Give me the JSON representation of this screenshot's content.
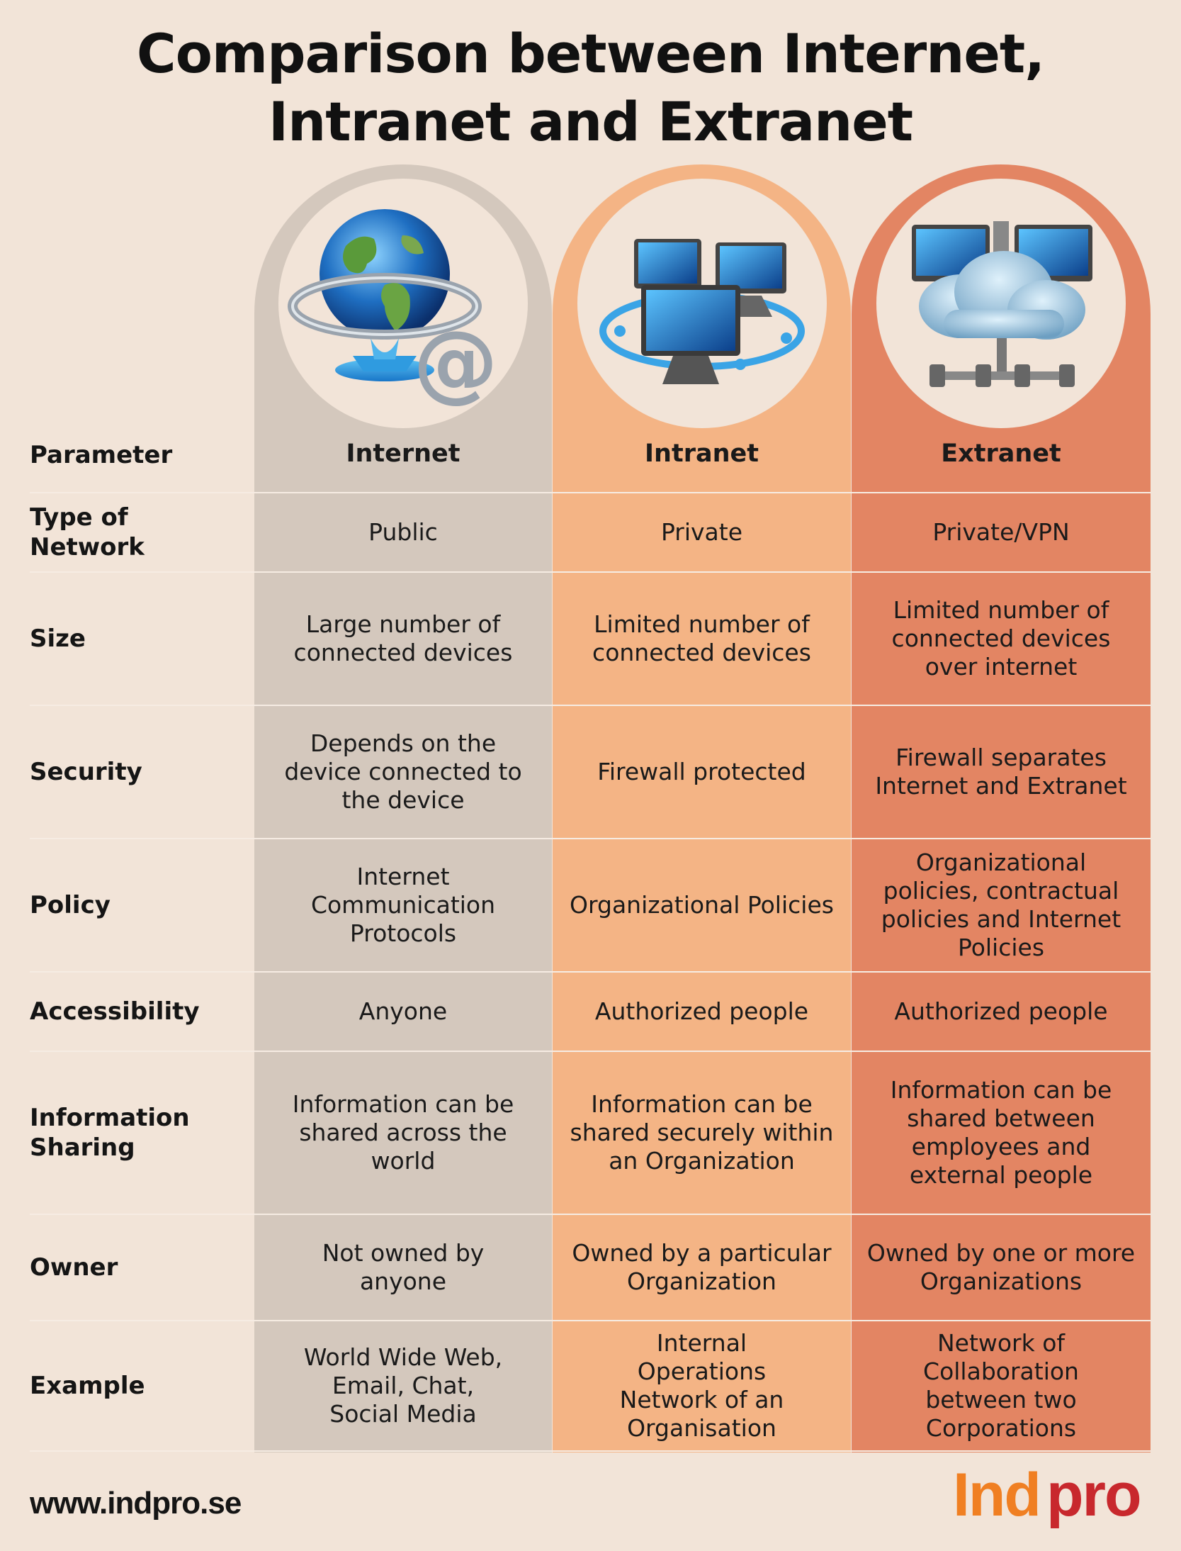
{
  "title_line1": "Comparison between Internet,",
  "title_line2": "Intranet and Extranet",
  "header": {
    "parameter": "Parameter",
    "internet": "Internet",
    "intranet": "Intranet",
    "extranet": "Extranet"
  },
  "rows": [
    {
      "label": "Type of Network",
      "internet": "Public",
      "intranet": "Private",
      "extranet": "Private/VPN"
    },
    {
      "label": "Size",
      "internet": "Large number of connected devices",
      "intranet": "Limited number of connected devices",
      "extranet": "Limited number of connected devices over internet"
    },
    {
      "label": "Security",
      "internet": "Depends on the device connected to the device",
      "intranet": "Firewall protected",
      "extranet": "Firewall separates Internet and Extranet"
    },
    {
      "label": "Policy",
      "internet": "Internet Communication Protocols",
      "intranet": "Organizational Policies",
      "extranet": "Organizational policies, contractual policies and Internet Policies"
    },
    {
      "label": "Accessibility",
      "internet": "Anyone",
      "intranet": "Authorized people",
      "extranet": "Authorized people"
    },
    {
      "label": "Information Sharing",
      "internet": "Information can be shared across the world",
      "intranet": "Information can be shared securely within an Organization",
      "extranet": "Information can be shared between employees and external people"
    },
    {
      "label": "Owner",
      "internet": "Not owned by anyone",
      "intranet": "Owned by a particular Organization",
      "extranet": "Owned by one or more Organizations"
    },
    {
      "label": "Example",
      "internet": "World Wide Web, Email, Chat, Social Media",
      "intranet": "Internal Operations Network of an Organisation",
      "extranet": "Network of Collaboration between two Corporations"
    }
  ],
  "footer": {
    "url": "www.indpro.se",
    "logo_text": "Indpro"
  },
  "colors": {
    "background": "#f2e4d8",
    "internet_column": "#d4c8bd",
    "intranet_column": "#f4b485",
    "extranet_column": "#e38563",
    "logo_orange": "#f07f22",
    "logo_red": "#c8282d"
  },
  "icons": {
    "internet": "globe-at-icon",
    "intranet": "networked-computers-icon",
    "extranet": "cloud-server-icon"
  }
}
